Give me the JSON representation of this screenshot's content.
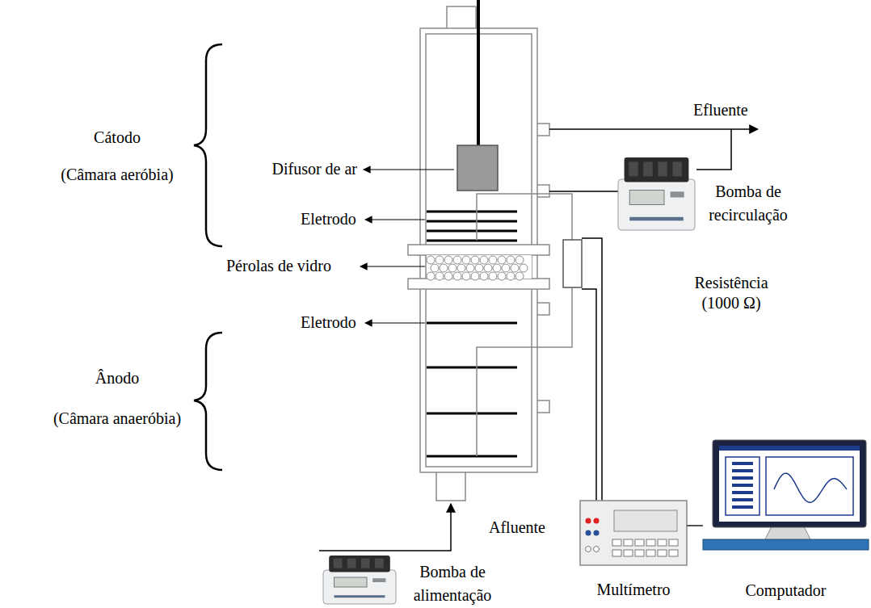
{
  "diagram": {
    "nodes": [
      {
        "text": [
          "Bomba de recirculação"
        ]
      },
      {
        "text": [
          "Multímetro"
        ]
      },
      {
        "text": [
          "Computador"
        ]
      },
      {
        "text": [
          "Bomba de alimentação"
        ]
      }
    ],
    "edges": [
      {
        "from": 1,
        "to": 2,
        "arrow": "none"
      }
    ],
    "labels": [
      "Cátodo",
      "(Câmara aeróbia)",
      "Difusor de ar",
      "Eletrodo",
      "Pérolas de vidro",
      "Eletrodo",
      "Ânodo",
      "(Câmara anaeróbia)",
      "Efluente",
      "Resistência (1000 Ω)",
      "Afluente"
    ]
  }
}
